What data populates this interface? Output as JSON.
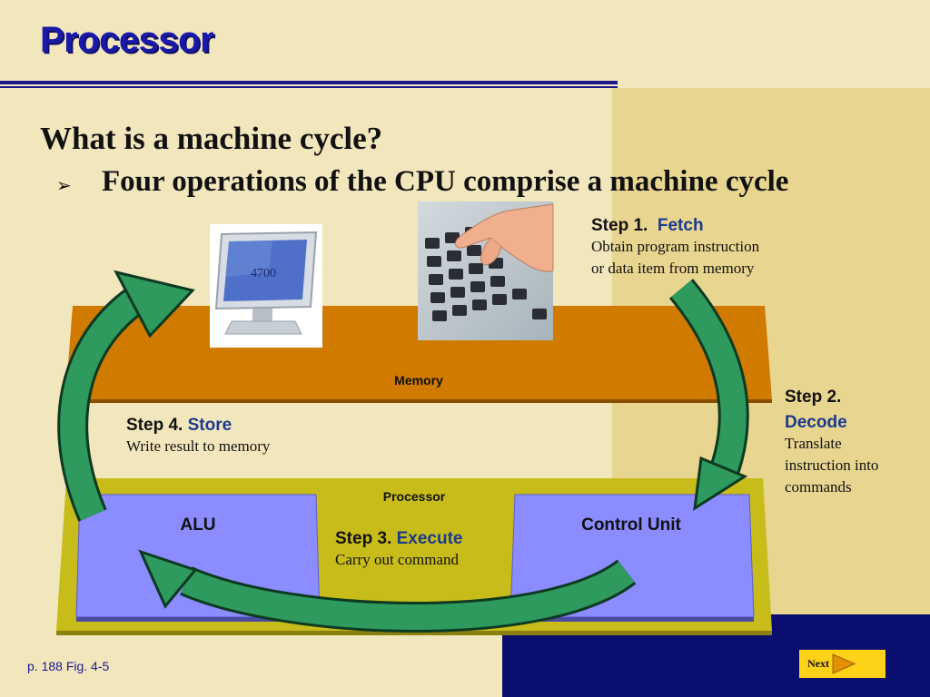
{
  "slide": {
    "title": "Processor",
    "question": "What is a machine cycle?",
    "bullet": "Four operations of the CPU comprise a machine cycle",
    "page_ref": "p. 188 Fig. 4-5",
    "next_label": "Next"
  },
  "diagram": {
    "memory_label": "Memory",
    "processor_label": "Processor",
    "alu_label": "ALU",
    "control_unit_label": "Control Unit",
    "monitor_screen_text": "4700",
    "steps": [
      {
        "prefix": "Step 1.",
        "name": "Fetch",
        "description_lines": [
          "Obtain program instruction",
          "or data item from memory"
        ]
      },
      {
        "prefix": "Step 2.",
        "name": "Decode",
        "description_lines": [
          "Translate",
          "instruction into",
          "commands"
        ]
      },
      {
        "prefix": "Step 3.",
        "name": "Execute",
        "description_lines": [
          "Carry out command"
        ]
      },
      {
        "prefix": "Step 4.",
        "name": "Store",
        "description_lines": [
          "Write result to memory"
        ]
      }
    ]
  },
  "colors": {
    "background": "#f2e6bd",
    "title_blue": "#1a1aa8",
    "memory_orange": "#d07a00",
    "processor_olive": "#c8bc1a",
    "unit_purple": "#8a8cff",
    "arrow_green": "#2e9a5e",
    "next_yellow": "#ffd21a"
  }
}
